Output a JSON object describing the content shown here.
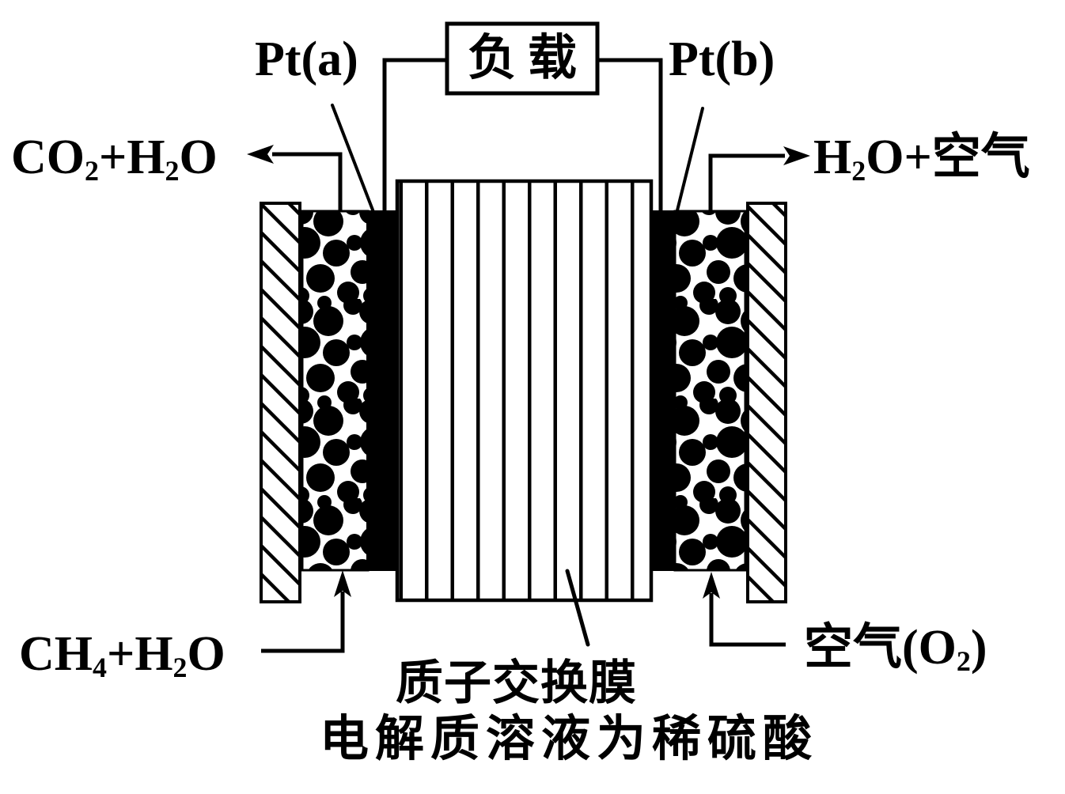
{
  "colors": {
    "ink": "#000000",
    "paper": "#ffffff"
  },
  "load": {
    "label": "负载"
  },
  "electrodes": {
    "left_label": "Pt(a)",
    "right_label": "Pt(b)"
  },
  "streams": {
    "anode_out": {
      "p0": "CO",
      "p1": "2",
      "p2": "+H",
      "p3": "2",
      "p4": "O"
    },
    "cathode_out": {
      "p0": "H",
      "p1": "2",
      "p2": "O+空气"
    },
    "anode_in": {
      "p0": "CH",
      "p1": "4",
      "p2": "+H",
      "p3": "2",
      "p4": "O"
    },
    "cathode_in": {
      "p0": "空气(O",
      "p1": "2",
      "p2": ")"
    }
  },
  "membrane": {
    "caption_line1": "质子交换膜",
    "caption_line2": "电解质溶液为稀硫酸"
  }
}
